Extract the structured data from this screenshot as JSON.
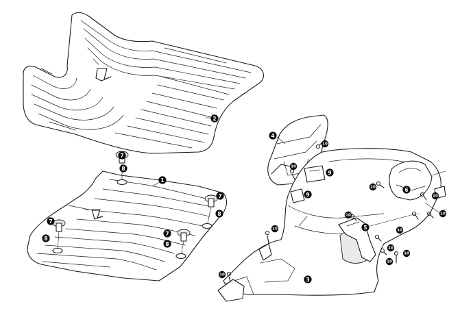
{
  "diagram": {
    "parts": [
      {
        "id": "mat-upper",
        "callout": "2"
      },
      {
        "id": "mat-lower",
        "callout": "1"
      },
      {
        "id": "rear-cover",
        "callout": "4"
      },
      {
        "id": "leg-shield",
        "callout": "3"
      },
      {
        "id": "bracket-left",
        "callout": "9"
      },
      {
        "id": "latch",
        "callout": "6"
      },
      {
        "id": "clip",
        "callout": "5"
      }
    ],
    "callouts": [
      {
        "label": "2"
      },
      {
        "label": "7"
      },
      {
        "label": "8"
      },
      {
        "label": "1"
      },
      {
        "label": "7"
      },
      {
        "label": "8"
      },
      {
        "label": "7"
      },
      {
        "label": "8"
      },
      {
        "label": "7"
      },
      {
        "label": "8"
      },
      {
        "label": "4"
      },
      {
        "label": "10"
      },
      {
        "label": "10"
      },
      {
        "label": "9"
      },
      {
        "label": "9"
      },
      {
        "label": "10"
      },
      {
        "label": "6"
      },
      {
        "label": "10"
      },
      {
        "label": "10"
      },
      {
        "label": "10"
      },
      {
        "label": "10"
      },
      {
        "label": "5"
      },
      {
        "label": "10"
      },
      {
        "label": "10"
      },
      {
        "label": "10"
      },
      {
        "label": "10"
      },
      {
        "label": "3"
      },
      {
        "label": "10"
      }
    ]
  }
}
